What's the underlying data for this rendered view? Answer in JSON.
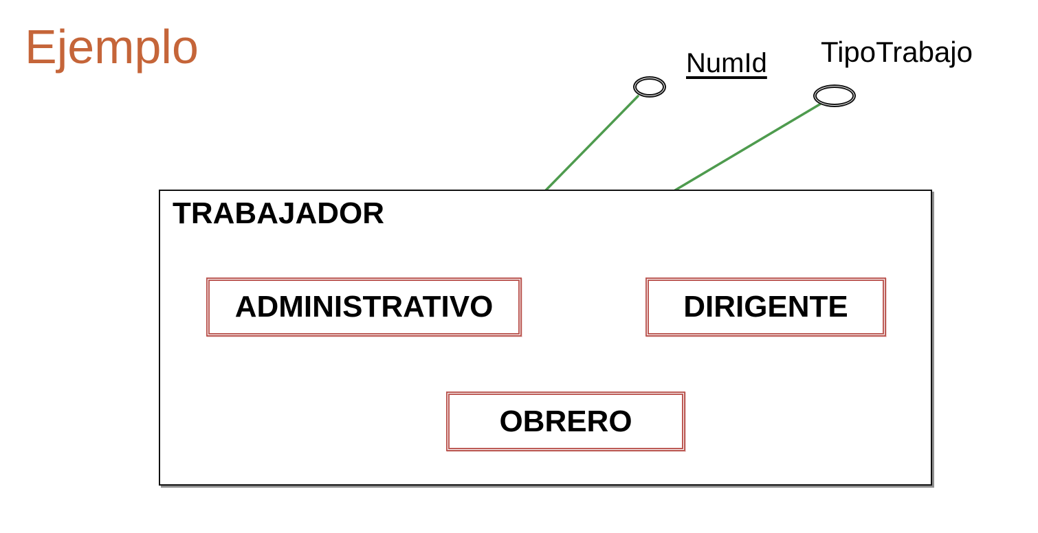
{
  "title": "Ejemplo",
  "colors": {
    "title_color": "#c56539",
    "connector_color": "#4e9b4e",
    "subtype_border": "#bc5a55",
    "entity_border": "#111111",
    "text_color": "#000000",
    "shadow_color": "#8f8f8f"
  },
  "diagram": {
    "attributes": [
      {
        "label": "NumId",
        "key": true
      },
      {
        "label": "TipoTrabajo",
        "key": false
      }
    ],
    "entity": {
      "name": "TRABAJADOR",
      "subtypes": [
        "ADMINISTRATIVO",
        "DIRIGENTE",
        "OBRERO"
      ]
    }
  }
}
